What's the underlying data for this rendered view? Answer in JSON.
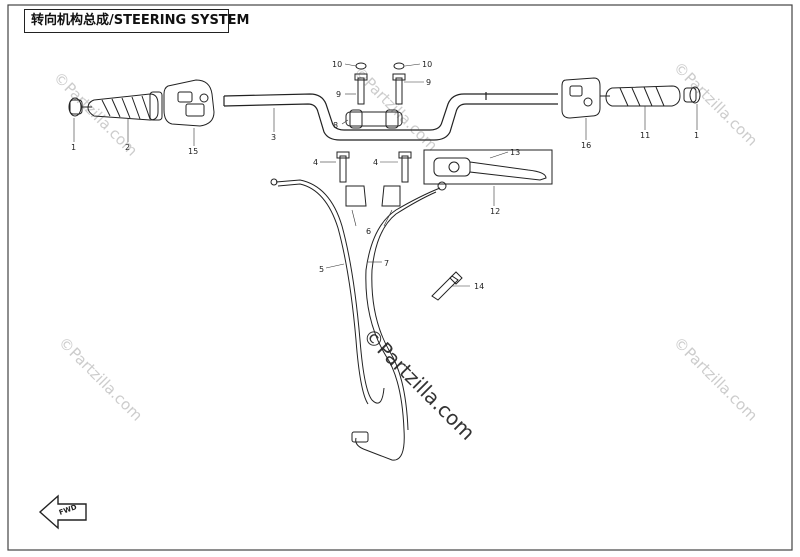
{
  "title": "转向机构总成/STEERING SYSTEM",
  "watermark": "©Partzilla.com",
  "fwd_label": "FWD",
  "callouts": {
    "c1a": "1",
    "c1b": "1",
    "c2": "2",
    "c3": "3",
    "c4a": "4",
    "c4b": "4",
    "c5": "5",
    "c6": "6",
    "c7": "7",
    "c8": "8",
    "c9a": "9",
    "c9b": "9",
    "c10a": "10",
    "c10b": "10",
    "c11": "11",
    "c12": "12",
    "c13": "13",
    "c14": "14",
    "c15": "15",
    "c16": "16"
  },
  "colors": {
    "line": "#222222",
    "watermark": "#cccccc",
    "frame": "#444444"
  }
}
